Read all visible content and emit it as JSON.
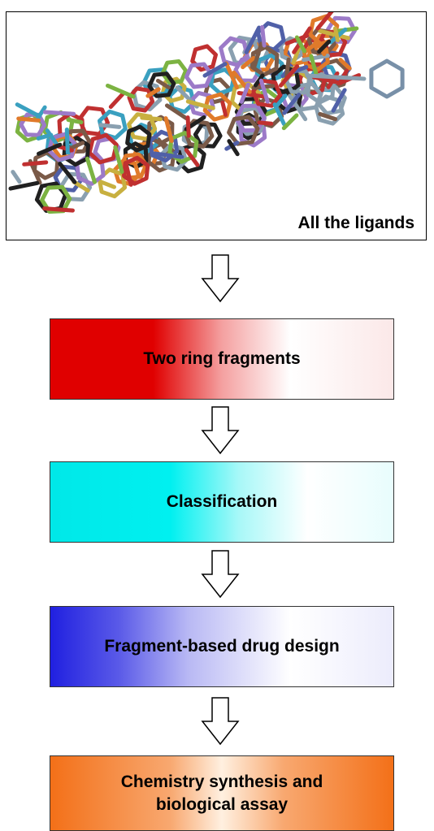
{
  "panel": {
    "label": "All the ligands"
  },
  "steps": [
    {
      "label": "Two ring fragments",
      "color": "#e00000"
    },
    {
      "label": "Classification",
      "color": "#00f0f0"
    },
    {
      "label": "Fragment-based drug design",
      "color": "#2020e0"
    },
    {
      "label": "Chemistry synthesis and biological assay",
      "color": "#f37018"
    }
  ],
  "ligand_colors": [
    "#7cb342",
    "#9c7ac8",
    "#3aa0c0",
    "#e07a2a",
    "#c8b040",
    "#7a5a48",
    "#c03030",
    "#5060a8",
    "#202020",
    "#8aa0b0"
  ]
}
